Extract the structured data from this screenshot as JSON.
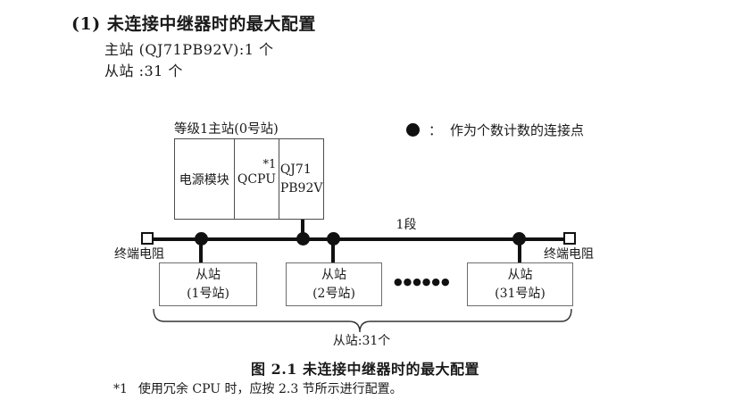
{
  "header": {
    "heading": "(1) 未连接中继器时的最大配置",
    "master_line": "主站 (QJ71PB92V):1 个",
    "slave_line": "从站 :31 个"
  },
  "diagram": {
    "master_label": "等级1主站(0号站)",
    "master_cells": {
      "power": "电源模块",
      "cpu": "QCPU",
      "cpu_note": "*1",
      "pb_line1": "QJ71",
      "pb_line2": "PB92V"
    },
    "legend": {
      "separator": "：",
      "text": "作为个数计数的连接点"
    },
    "segment_label": "1段",
    "terminator_left_label": "终端电阻",
    "terminator_right_label": "终端电阻",
    "slaves": [
      {
        "line1": "从站",
        "line2": "(1号站)"
      },
      {
        "line1": "从站",
        "line2": "(2号站)"
      },
      {
        "line1": "从站",
        "line2": "(31号站)"
      }
    ],
    "ellipsis": "●●●●●●",
    "brace_label": "从站:31个"
  },
  "caption": "图 2.1 未连接中继器时的最大配置",
  "footnote": {
    "marker": "*1",
    "text": "使用冗余 CPU 时，应按 2.3 节所示进行配置。"
  },
  "colors": {
    "text": "#1a1a1a",
    "line": "#111111",
    "master_border": "#4d4d4d",
    "slave_border": "#6e6e6e"
  }
}
